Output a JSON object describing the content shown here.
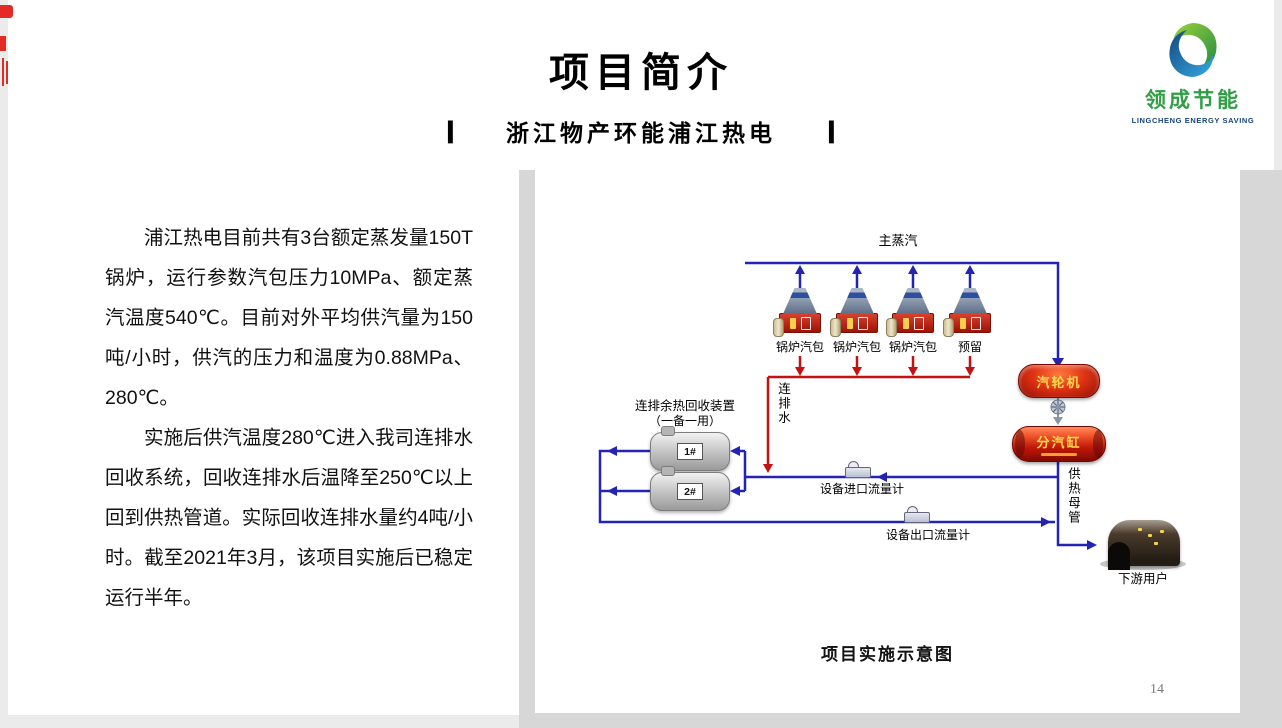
{
  "slide": {
    "title": "项目简介",
    "subtitle": "浙江物产环能浦江热电",
    "subtitle_bar": "|",
    "page_number": "14"
  },
  "logo": {
    "name": "领成节能",
    "tagline": "LINGCHENG ENERGY SAVING"
  },
  "body_text": {
    "paragraph1": "浦江热电目前共有3台额定蒸发量150T锅炉，运行参数汽包压力10MPa、额定蒸汽温度540℃。目前对外平均供汽量为150吨/小时，供汽的压力和温度为0.88MPa、280℃。",
    "paragraph2": "实施后供汽温度280℃进入我司连排水回收系统，回收连排水后温降至250℃以上回到供热管道。实际回收连排水量约4吨/小时。截至2021年3月，该项目实施后已稳定运行半年。"
  },
  "diagram": {
    "caption": "项目实施示意图",
    "main_steam": "主蒸汽",
    "boiler_labels": [
      "锅炉汽包",
      "锅炉汽包",
      "锅炉汽包",
      "预留"
    ],
    "turbine": "汽轮机",
    "steam_cylinder": "分汽缸",
    "blowdown_water": "连排水",
    "recovery_device_title": "连排余热回收装置",
    "recovery_device_note": "（一备一用）",
    "tanks": [
      "1#",
      "2#"
    ],
    "inlet_meter": "设备进口流量计",
    "outlet_meter": "设备出口流量计",
    "heating_main": "供热母管",
    "downstream_user": "下游用户",
    "colors": {
      "steam_line": "#2424b4",
      "blowdown_line": "#c41111"
    }
  }
}
